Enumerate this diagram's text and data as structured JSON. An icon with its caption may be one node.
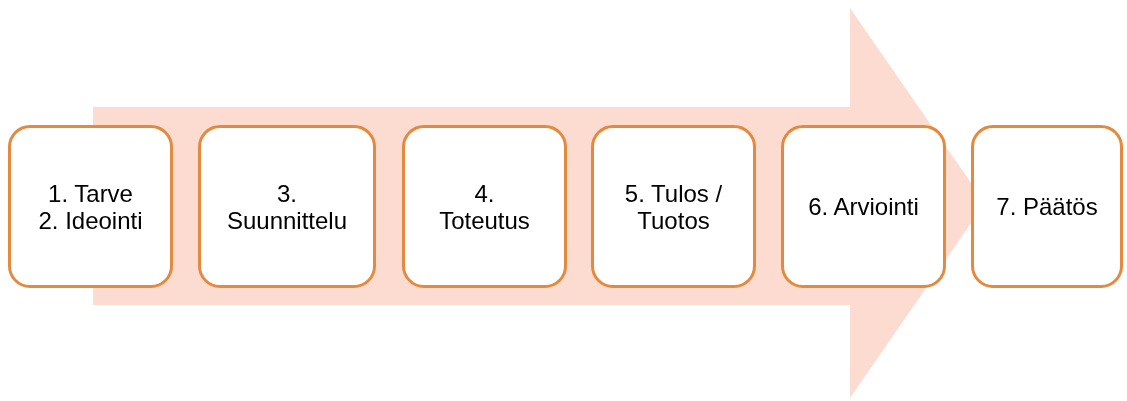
{
  "diagram": {
    "nodes": [
      {
        "text": [
          "1. Tarve",
          "2. Ideointi"
        ]
      },
      {
        "text": [
          "3. Suunnittelu"
        ]
      },
      {
        "text": [
          "4. Toteutus"
        ]
      },
      {
        "text": [
          "5. Tulos / Tuotos"
        ]
      },
      {
        "text": [
          "6. Arviointi"
        ]
      },
      {
        "text": [
          "7. Päätös"
        ]
      }
    ],
    "edges": []
  }
}
